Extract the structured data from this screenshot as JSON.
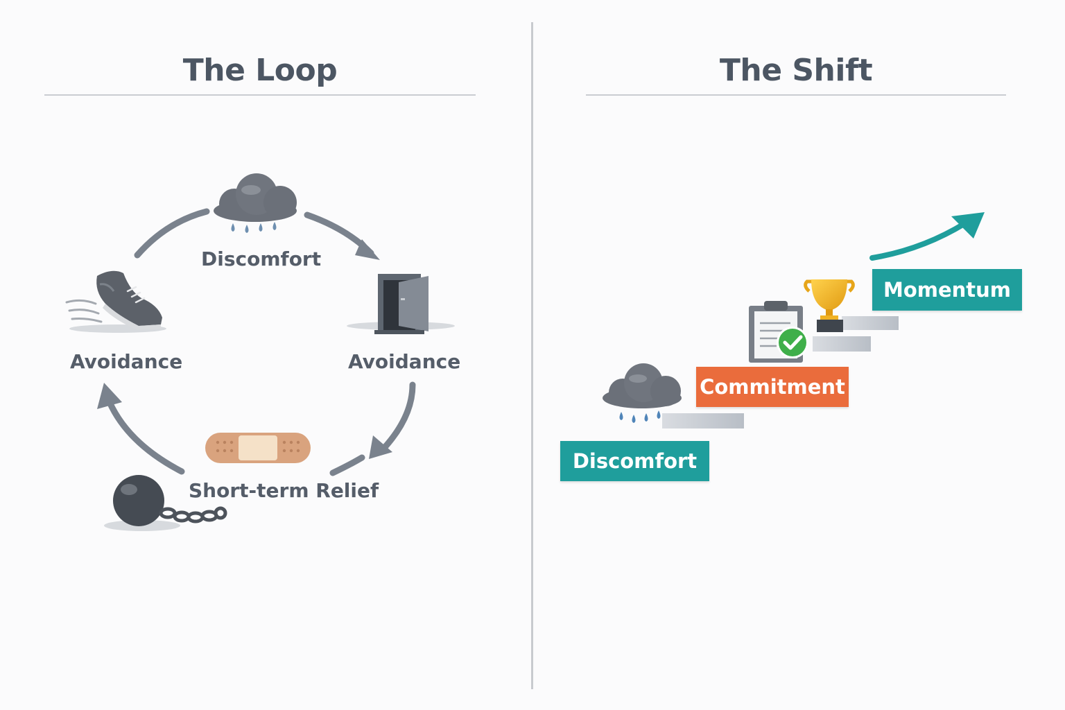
{
  "left_panel": {
    "title": "The Loop",
    "labels": {
      "discomfort": "Discomfort",
      "avoidance_right": "Avoidance",
      "relief": "Short-term Relief",
      "avoidance_left": "Avoidance"
    },
    "icons": [
      "rain-cloud-icon",
      "open-door-icon",
      "bandage-icon",
      "ball-and-chain-icon",
      "running-shoe-icon"
    ]
  },
  "right_panel": {
    "title": "The Shift",
    "steps": [
      {
        "label": "Discomfort",
        "color": "#1f9e9c"
      },
      {
        "label": "Commitment",
        "color": "#ea6c3c"
      },
      {
        "label": "Momentum",
        "color": "#1f9e9c"
      }
    ],
    "icons": [
      "rain-cloud-icon",
      "clipboard-check-icon",
      "trophy-icon",
      "trend-up-arrow-icon"
    ]
  },
  "colors": {
    "text": "#4c5663",
    "arrow_gray": "#7a828d",
    "teal": "#1f9e9c",
    "orange": "#ea6c3c",
    "gold": "#f2b520"
  }
}
